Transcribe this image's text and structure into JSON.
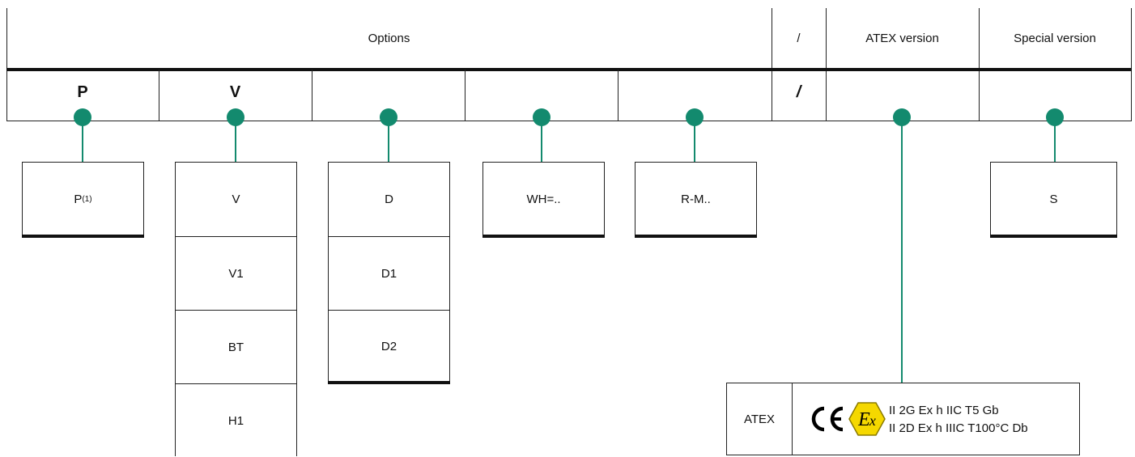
{
  "header": {
    "options_label": "Options",
    "slash_label": "/",
    "atex_label": "ATEX version",
    "special_label": "Special version"
  },
  "codes": {
    "p": "P",
    "v": "V",
    "slash": "/"
  },
  "columns": {
    "p": {
      "items": [
        {
          "text": "P",
          "sup": "(1)"
        }
      ]
    },
    "v": {
      "items": [
        "V",
        "V1",
        "BT",
        "H1"
      ]
    },
    "d": {
      "items": [
        "D",
        "D1",
        "D2"
      ]
    },
    "wh": {
      "items": [
        "WH=.."
      ]
    },
    "r": {
      "items": [
        "R-M.."
      ]
    },
    "s": {
      "items": [
        "S"
      ]
    }
  },
  "atex": {
    "label": "ATEX",
    "ce_mark": "CE",
    "ex_mark": "Ex",
    "line1": "II 2G Ex h IIC T5 Gb",
    "line2": "II 2D Ex h IIIC T100°C Db"
  },
  "colors": {
    "connector": "#138a6e",
    "ex_fill": "#f5d800",
    "line": "#222222"
  }
}
